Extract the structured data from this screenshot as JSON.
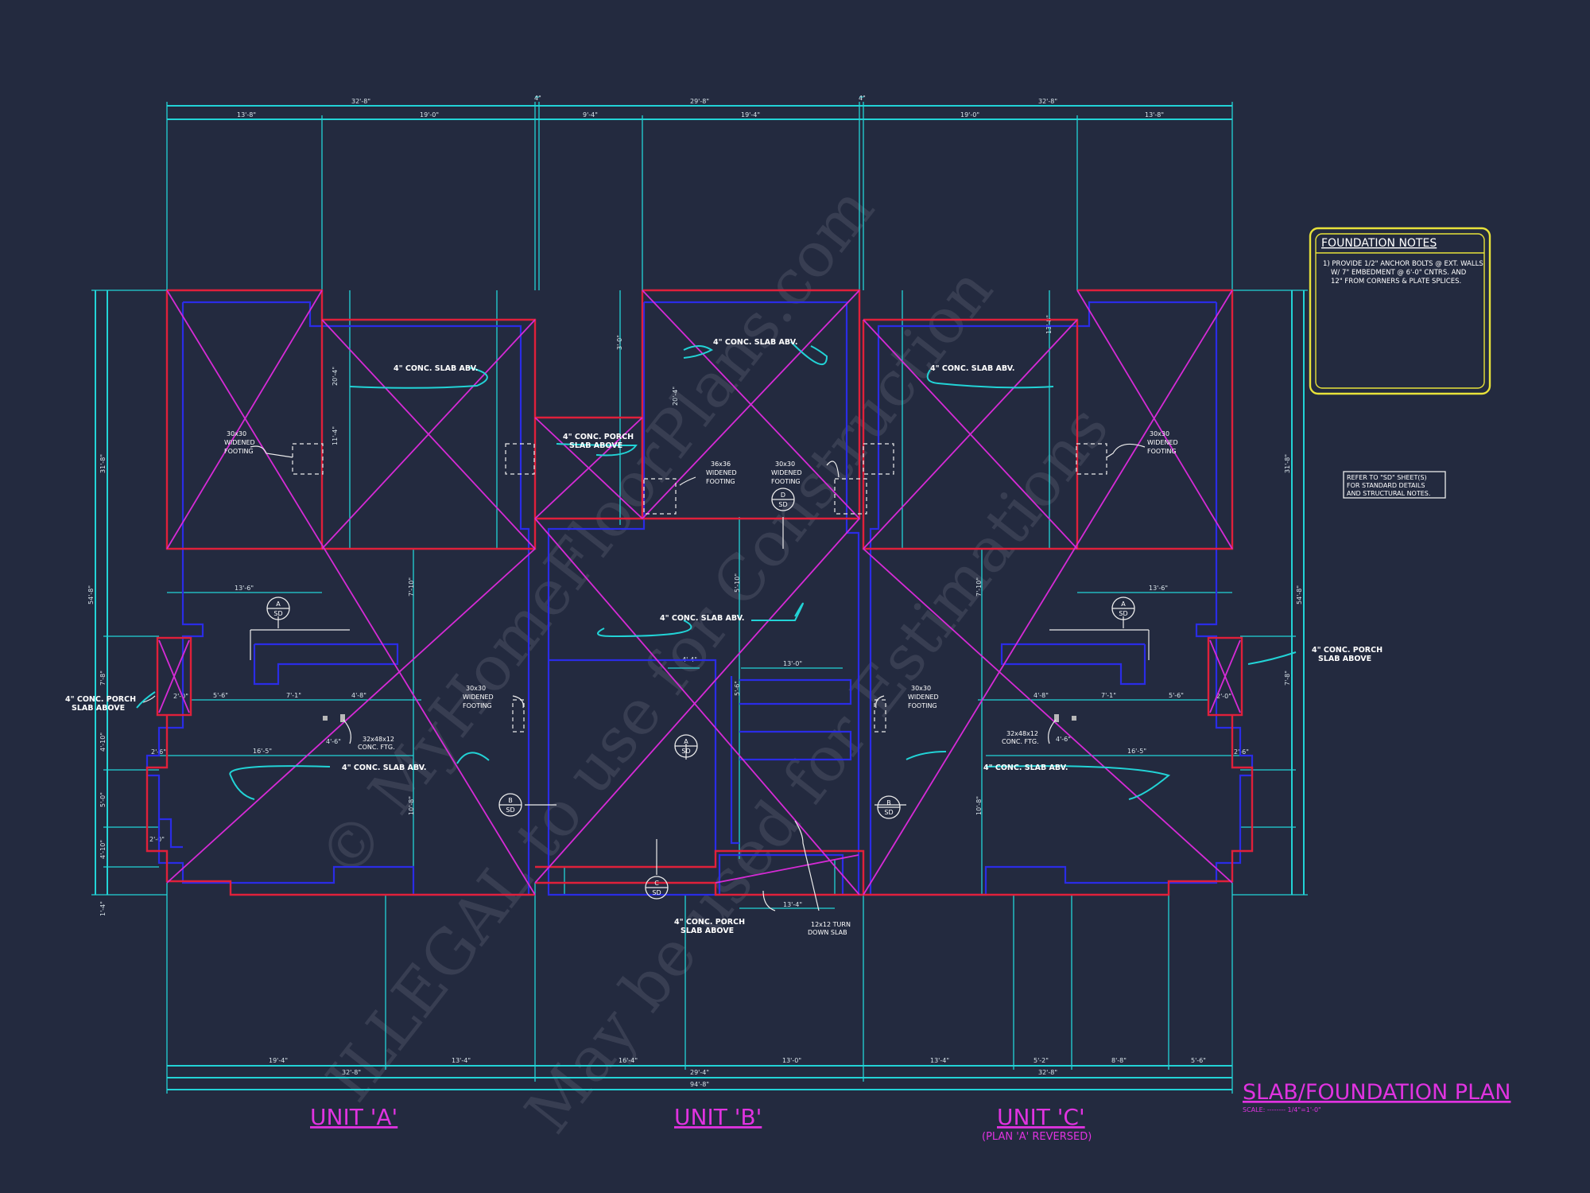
{
  "drawing": {
    "title": "SLAB/FOUNDATION PLAN",
    "scale": "SCALE: -------- 1/4\"=1'-0\""
  },
  "units": {
    "a": "UNIT 'A'",
    "b": "UNIT 'B'",
    "c": "UNIT 'C'",
    "c_sub": "(PLAN 'A' REVERSED)"
  },
  "foundation_notes": {
    "title": "FOUNDATION NOTES",
    "lines": [
      "1) PROVIDE 1/2\" ANCHOR BOLTS @ EXT. WALLS",
      "W/ 7\" EMBEDMENT @ 6'-0\" CNTRS. AND",
      "12\" FROM CORNERS & PLATE SPLICES."
    ]
  },
  "refer_note": [
    "REFER TO \"SD\" SHEET(S)",
    "FOR STANDARD DETAILS",
    "AND STRUCTURAL NOTES."
  ],
  "notes": {
    "slab_abv": "4\" CONC. SLAB ABV.",
    "porch_1": "4\" CONC. PORCH",
    "porch_2": "SLAB ABOVE",
    "footing_1": "30x30",
    "footing_2": "WIDENED",
    "footing_3": "FOOTING",
    "footing36_1": "36x36",
    "ftg32_1": "32x48x12",
    "ftg32_2": "CONC. FTG.",
    "turn_1": "12x12 TURN",
    "turn_2": "DOWN SLAB"
  },
  "callouts": {
    "a": "A",
    "b": "B",
    "c": "C",
    "d": "D",
    "sd": "SD"
  },
  "dims_top": {
    "total_a": "32'-8\"",
    "total_b": "29'-8\"",
    "total_c": "32'-8\"",
    "gap_1": "4\"",
    "gap_2": "4\"",
    "a1": "13'-8\"",
    "a2": "19'-0\"",
    "b1": "9'-4\"",
    "b2": "19'-4\"",
    "c1": "19'-0\"",
    "c2": "13'-8\""
  },
  "dims_bottom": {
    "a1": "19'-4\"",
    "a2": "13'-4\"",
    "a_total": "32'-8\"",
    "b1": "16'-4\"",
    "b_total": "29'-4\"",
    "b2": "13'-0\"",
    "c1": "13'-4\"",
    "c2": "5'-2\"",
    "c3": "8'-8\"",
    "c4": "5'-6\"",
    "c_total": "32'-8\"",
    "overall": "94'-8\""
  },
  "dims_side": {
    "left_total": "54'-8\"",
    "left_upper": "31'-8\"",
    "left_a": "7'-8\"",
    "right_total": "54'-8\"",
    "right_upper": "31'-8\"",
    "right_a": "7'-8\"",
    "bot_1": "1'-4\"",
    "v_1": "4'-10\"",
    "v_2": "5'-0\"",
    "v_3": "4'-10\""
  },
  "dims_inner": {
    "d_13_6": "13'-6\"",
    "d_13_8": "13'-8\"",
    "d_7_1": "7'-1\"",
    "d_5_6": "5'-6\"",
    "d_4_8": "4'-8\"",
    "d_4_6": "4'-6\"",
    "d_2_0": "2'-0\"",
    "d_3_0": "3'-0\"",
    "d_16_5": "16'-5\"",
    "d_2_6": "2'-6\"",
    "d_20_4": "20'-4\"",
    "d_11_4": "11'-4\"",
    "d_13_0": "13'-0\"",
    "d_4_4": "4'-4\"",
    "d_13_4": "13'-4\"",
    "d_7_10": "7'-10\"",
    "d_10_8": "10'-8\"",
    "d_5_10": "5'-10\"",
    "d_5_6v": "5'-6\""
  },
  "watermark": {
    "line1": "© MyHomeFloorPlans.com",
    "line2": "ILLEGAL to use for Construction",
    "line3": "May be used for Estimations"
  },
  "colors": {
    "background": "#232a3f",
    "dimension": "#22d3d6",
    "slab_edge": "#e0203a",
    "wall": "#2a2ce6",
    "diagonal": "#d62ad6",
    "title": "#e033e0",
    "notes_box": "#e8e23a"
  }
}
